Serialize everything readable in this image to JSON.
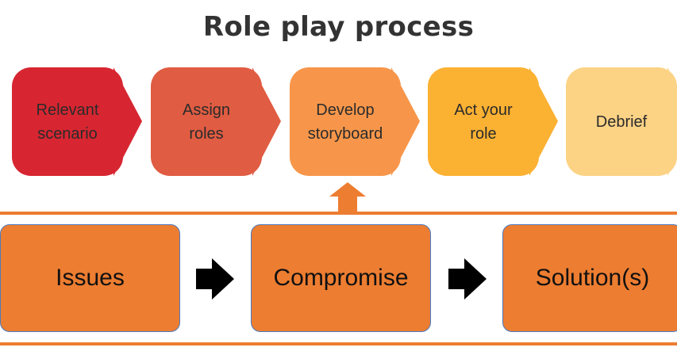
{
  "title": "Role play process",
  "steps": [
    {
      "label": "Relevant\nscenario",
      "color": "#d72631"
    },
    {
      "label": "Assign\nroles",
      "color": "#e05c42"
    },
    {
      "label": "Develop\nstoryboard",
      "color": "#f7964a"
    },
    {
      "label": "Act your\nrole",
      "color": "#fbb132"
    },
    {
      "label": "Debrief",
      "color": "#fcd385"
    }
  ],
  "stages": [
    "Issues",
    "Compromise",
    "Solution(s)"
  ],
  "colors": {
    "stage_fill": "#ed7d31",
    "divider": "#ed7d31",
    "border": "#4a7ac2"
  }
}
